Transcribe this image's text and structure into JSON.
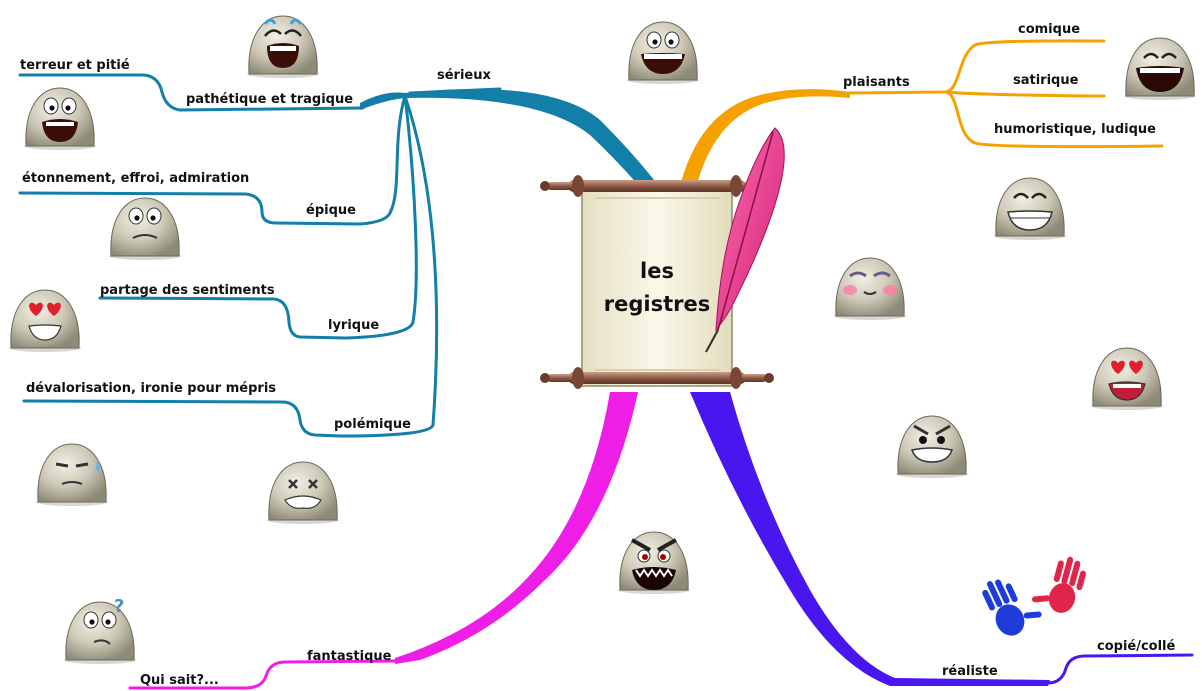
{
  "center": {
    "line1": "les",
    "line2": "registres"
  },
  "branches": {
    "serieux": {
      "label": "sérieux",
      "color": "#137fa9",
      "sub": {
        "pathetique": {
          "label": "pathétique et tragique",
          "detail": "terreur et pitié"
        },
        "epique": {
          "label": "épique",
          "detail": "étonnement, effroi, admiration"
        },
        "lyrique": {
          "label": "lyrique",
          "detail": "partage des sentiments"
        },
        "polemique": {
          "label": "polémique",
          "detail": "dévalorisation, ironie pour mépris"
        }
      }
    },
    "plaisants": {
      "label": "plaisants",
      "color": "#f5a200",
      "sub": {
        "comique": {
          "label": "comique"
        },
        "satirique": {
          "label": "satirique"
        },
        "humoristique": {
          "label": "humoristique, ludique"
        }
      }
    },
    "fantastique": {
      "label": "fantastique",
      "color": "#ee1ee6",
      "sub": {
        "qui_sait": {
          "label": "Qui sait?..."
        }
      }
    },
    "realiste": {
      "label": "réaliste",
      "color": "#4a16f0",
      "sub": {
        "copie_colle": {
          "label": "copié/collé"
        }
      }
    }
  },
  "icons": [
    "crying-smiley-icon",
    "laughing-smiley-icon",
    "laughing-smiley-icon",
    "crying-smiley-icon",
    "worried-smiley-icon",
    "grinning-smiley-icon",
    "blushing-smiley-icon",
    "heart-eyes-smiley-icon",
    "heart-eyes-smiley-icon",
    "sweating-smiley-icon",
    "dizzy-smiley-icon",
    "evil-grin-smiley-icon",
    "angry-smiley-icon",
    "confused-smiley-icon",
    "handprints-icon",
    "scroll-with-quill-icon"
  ]
}
